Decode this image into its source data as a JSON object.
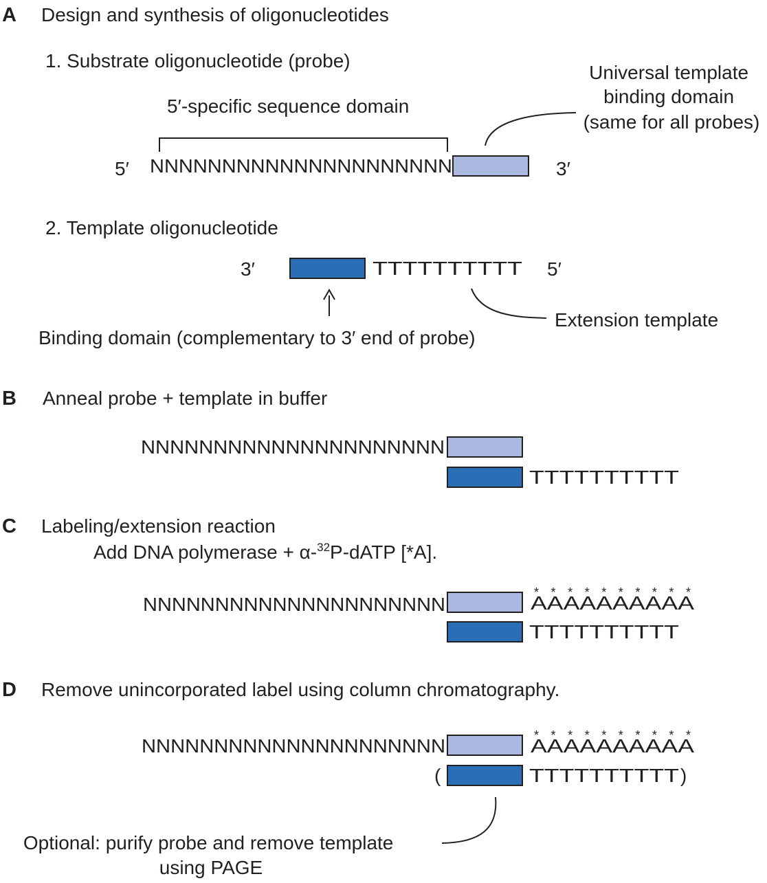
{
  "panel_a": {
    "letter": "A",
    "title": "Design and synthesis of oligonucleotides",
    "step1_heading": "1. Substrate oligonucleotide (probe)",
    "specific_domain_label": "5′-specific sequence domain",
    "universal_label": [
      "Universal template",
      "binding domain",
      "(same for all probes)"
    ],
    "probe_five_prime": "5′",
    "probe_sequence": "NNNNNNNNNNNNNNNNNNNNN",
    "probe_three_prime": "3′",
    "step2_heading": "2. Template oligonucleotide",
    "template_three_prime": "3′",
    "template_sequence": "TTTTTTTTTT",
    "template_five_prime": "5′",
    "extension_label": "Extension template",
    "binding_label": "Binding domain (complementary to 3′ end of probe)"
  },
  "panel_b": {
    "letter": "B",
    "title": "Anneal probe + template in buffer",
    "probe_sequence": "NNNNNNNNNNNNNNNNNNNNN",
    "template_sequence": "TTTTTTTTTT"
  },
  "panel_c": {
    "letter": "C",
    "title": "Labeling/extension reaction",
    "subtitle_before": "Add DNA polymerase + α-",
    "subtitle_sup": "32",
    "subtitle_after": "P-dATP [*A].",
    "probe_sequence": "NNNNNNNNNNNNNNNNNNNNN",
    "extension_sequence": "AAAAAAAAAA",
    "label_marks": "**********",
    "template_sequence": "TTTTTTTTTT"
  },
  "panel_d": {
    "letter": "D",
    "title": "Remove unincorporated label using column chromatography.",
    "probe_sequence": "NNNNNNNNNNNNNNNNNNNNN",
    "extension_sequence": "AAAAAAAAAA",
    "label_marks": "**********",
    "open_paren": "(",
    "template_sequence": "TTTTTTTTTT",
    "close_paren": ")",
    "optional_label": [
      "Optional: purify probe and remove template",
      "using PAGE"
    ]
  },
  "colors": {
    "probe_binding_domain": "#aab7df",
    "template_binding_domain": "#2a6fb6",
    "ink": "#231f20"
  }
}
